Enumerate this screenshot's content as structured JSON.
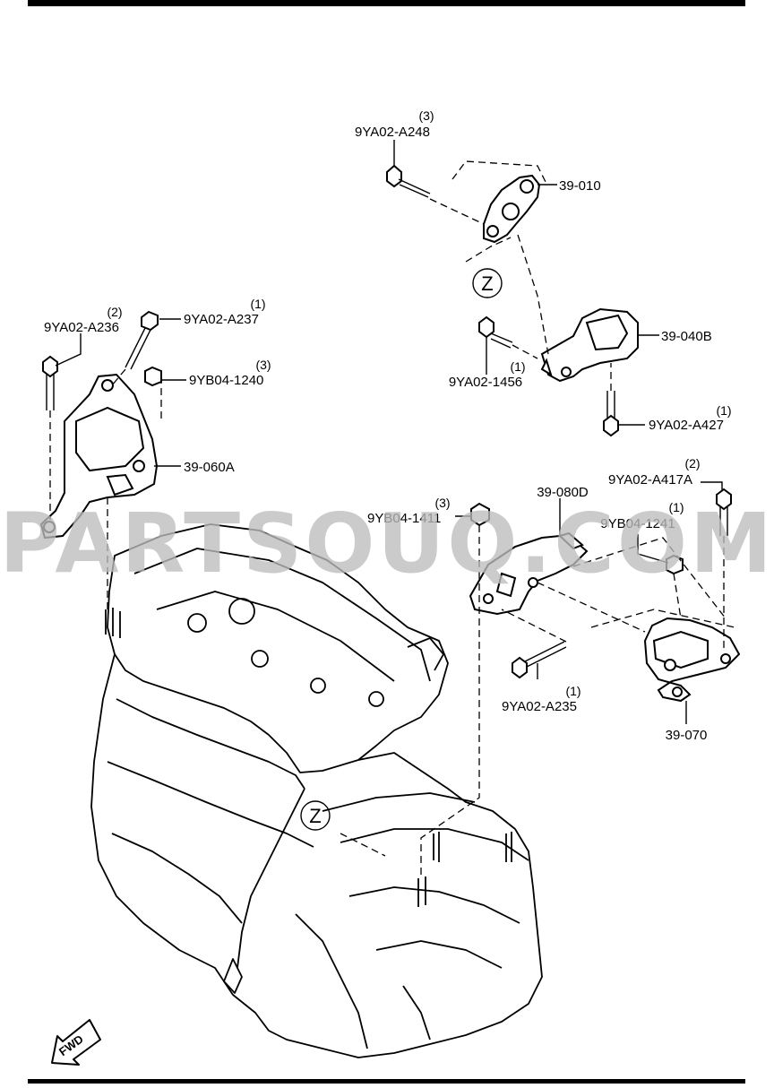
{
  "watermark": "PARTSOUQ.COM",
  "z_marker": "Z",
  "fwd_label": "FWD",
  "callouts": [
    {
      "id": "a248",
      "part": "9YA02-A248",
      "qty": "(3)"
    },
    {
      "id": "p39010",
      "part": "39-010",
      "qty": ""
    },
    {
      "id": "a236",
      "part": "9YA02-A236",
      "qty": "(2)"
    },
    {
      "id": "a237",
      "part": "9YA02-A237",
      "qty": "(1)"
    },
    {
      "id": "b1240",
      "part": "9YB04-1240",
      "qty": "(3)"
    },
    {
      "id": "p39060",
      "part": "39-060A",
      "qty": ""
    },
    {
      "id": "p39040",
      "part": "39-040B",
      "qty": ""
    },
    {
      "id": "a1456",
      "part": "9YA02-1456",
      "qty": "(1)"
    },
    {
      "id": "a427",
      "part": "9YA02-A427",
      "qty": "(1)"
    },
    {
      "id": "a417",
      "part": "9YA02-A417A",
      "qty": "(2)"
    },
    {
      "id": "p39080",
      "part": "39-080D",
      "qty": ""
    },
    {
      "id": "b1411",
      "part": "9YB04-1411",
      "qty": "(3)"
    },
    {
      "id": "b1241",
      "part": "9YB04-1241",
      "qty": "(1)"
    },
    {
      "id": "a235",
      "part": "9YA02-A235",
      "qty": "(1)"
    },
    {
      "id": "p39070",
      "part": "39-070",
      "qty": ""
    }
  ]
}
